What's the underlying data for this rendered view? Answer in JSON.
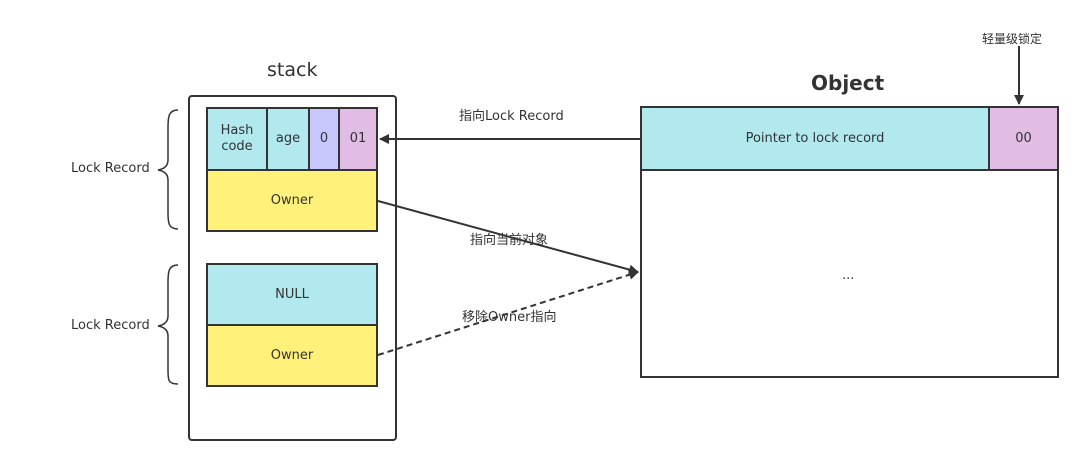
{
  "stack": {
    "title": "stack"
  },
  "object": {
    "title": "Object",
    "pointer_label": "Pointer to lock record",
    "bits": "00",
    "body": "..."
  },
  "lock_record_1": {
    "side_label": "Lock Record",
    "hash": "Hash\ncode",
    "age": "age",
    "biased": "0",
    "lock_bits": "01",
    "owner": "Owner"
  },
  "lock_record_2": {
    "side_label": "Lock Record",
    "null": "NULL",
    "owner": "Owner"
  },
  "annotations": {
    "lightweight_lock": "轻量级锁定",
    "point_to_lock_record": "指向Lock Record",
    "point_to_current_object": "指向当前对象",
    "remove_owner_pointer": "移除Owner指向"
  },
  "colors": {
    "cyan": "#b1e9ef",
    "purple": "#e1bde6",
    "lavender": "#c8c7fc",
    "yellow": "#fff17a",
    "stroke": "#333333"
  }
}
